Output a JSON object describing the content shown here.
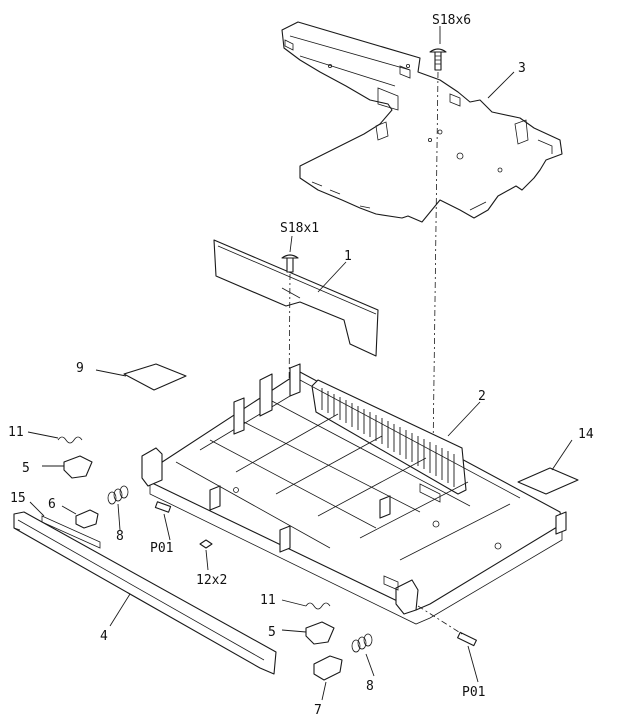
{
  "labels": {
    "screw_top": "S18x6",
    "screw_mid": "S18x1",
    "shield": "3",
    "bracket": "1",
    "base": "2",
    "pad_left": "9",
    "pad_right": "14",
    "spring_clip_left": "11",
    "latch_left": "5",
    "button_left": "6",
    "spring_left": "8",
    "front_trim_tag": "15",
    "pin_left": "P01",
    "foot": "12x2",
    "front_trim": "4",
    "spring_clip_right": "11",
    "latch_right": "5",
    "spring_right": "8",
    "pin_right": "P01",
    "button_right": "7"
  }
}
